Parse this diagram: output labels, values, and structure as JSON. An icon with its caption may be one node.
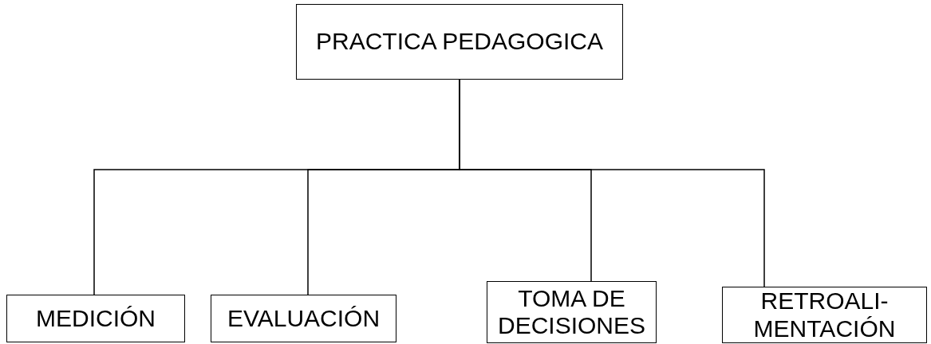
{
  "diagram": {
    "nodes": [
      {
        "text": [
          "PRACTICA PEDAGOGICA"
        ]
      },
      {
        "text": [
          "MEDICIÓN"
        ]
      },
      {
        "text": [
          "EVALUACIÓN"
        ]
      },
      {
        "text": [
          "TOMA DE DECISIONES"
        ]
      },
      {
        "text": [
          "RETROALI- MENTACIÓN"
        ]
      }
    ],
    "edges": [
      {
        "from": 0,
        "to": 1,
        "arrow": "none"
      },
      {
        "from": 0,
        "to": 2,
        "arrow": "none"
      },
      {
        "from": 0,
        "to": 3,
        "arrow": "none"
      },
      {
        "from": 0,
        "to": 4,
        "arrow": "none"
      }
    ]
  }
}
